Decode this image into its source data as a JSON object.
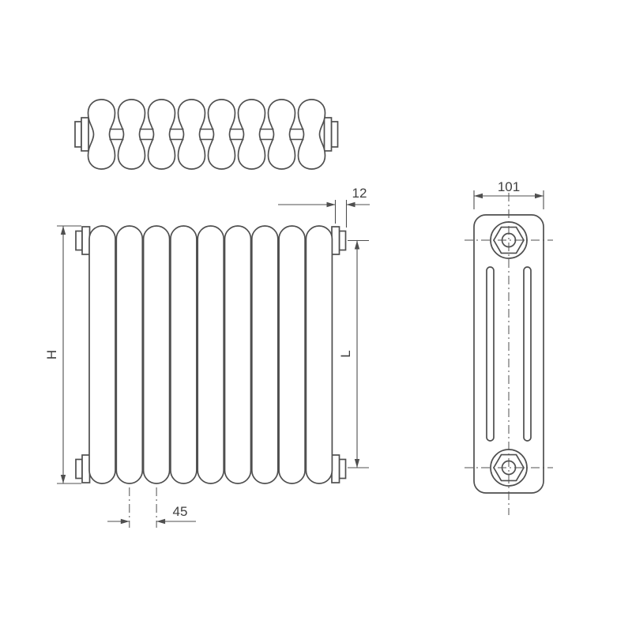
{
  "drawing": {
    "labels": {
      "height": "H",
      "length": "L",
      "depth": "12",
      "pitch": "45",
      "width": "101"
    },
    "colors": {
      "line": "#4f4f4f",
      "text": "#3f3f3f",
      "background": "#ffffff"
    }
  }
}
